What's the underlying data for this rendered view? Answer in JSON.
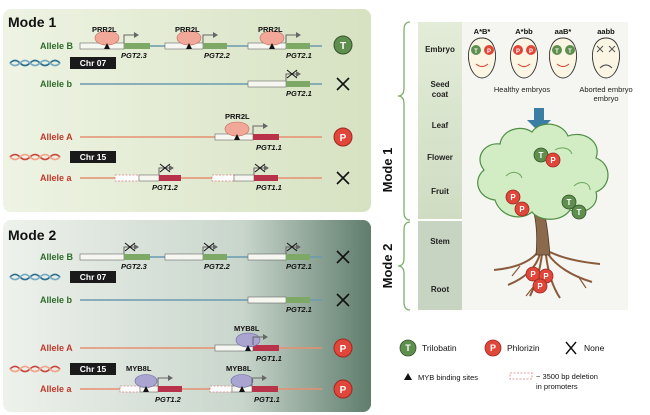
{
  "mode1": {
    "title": "Mode 1",
    "allele_B": "Allele B",
    "allele_b": "Allele b",
    "allele_A": "Allele A",
    "allele_a": "Allele a",
    "chr07": "Chr 07",
    "chr15": "Chr 15",
    "prr2l": "PRR2L",
    "genes_B": [
      "PGT2.3",
      "PGT2.2",
      "PGT2.1"
    ],
    "gene_b": "PGT2.1",
    "gene_A": "PGT1.1",
    "genes_a": [
      "PGT1.2",
      "PGT1.1"
    ],
    "result_B": "T",
    "result_A": "P"
  },
  "mode2": {
    "title": "Mode 2",
    "allele_B": "Allele B",
    "allele_b": "Allele b",
    "allele_A": "Allele A",
    "allele_a": "Allele a",
    "chr07": "Chr 07",
    "chr15": "Chr 15",
    "myb8l": "MYB8L",
    "genes_B": [
      "PGT2.3",
      "PGT2.2",
      "PGT2.1"
    ],
    "gene_b": "PGT2.1",
    "gene_A": "PGT1.1",
    "genes_a": [
      "PGT1.2",
      "PGT1.1"
    ],
    "result_A": "P",
    "result_a": "P"
  },
  "tissues": {
    "mode1_label": "Mode 1",
    "mode2_label": "Mode 2",
    "items": [
      "Embryo",
      "Seed coat",
      "Leaf",
      "Flower",
      "Fruit",
      "Stem",
      "Root"
    ]
  },
  "embryos": {
    "genotypes": [
      "A*B*",
      "A*bb",
      "aaB*",
      "aabb"
    ],
    "healthy_label": "Healthy embryos",
    "aborted_label": "Aborted embryo"
  },
  "tree": {
    "markers": [
      "T",
      "P",
      "P",
      "P",
      "T",
      "T",
      "P",
      "P",
      "P"
    ]
  },
  "legend": {
    "trilobatin": "Trilobatin",
    "trilobatin_symbol": "T",
    "phlorizin": "Phlorizin",
    "phlorizin_symbol": "P",
    "none": "None",
    "myb_sites": "MYB binding sites",
    "deletion_line1": "~ 3500 bp deletion",
    "deletion_line2": "in promoters"
  },
  "colors": {
    "trilobatin": "#5f8f4e",
    "phlorizin": "#e0463a",
    "allele_b_line": "#6a9ab0",
    "allele_a_line": "#e69070",
    "gene_green": "#7da866",
    "gene_red": "#b8324a",
    "prr2l": "#f2a898",
    "myb8l": "#a9a4d0"
  }
}
